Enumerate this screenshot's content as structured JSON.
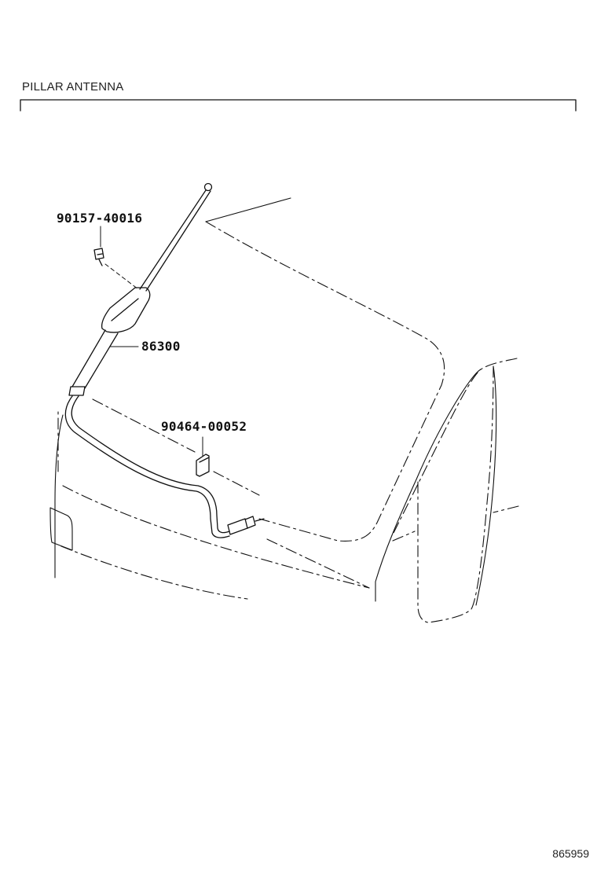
{
  "title": "PILLAR ANTENNA",
  "parts": [
    {
      "number": "90157-40016",
      "item": "screw"
    },
    {
      "number": "86300",
      "item": "pillar antenna assembly"
    },
    {
      "number": "90464-00052",
      "item": "cable clamp"
    }
  ],
  "figure_id": "865959",
  "icons": [
    "screw-icon",
    "antenna-mast",
    "clamp-icon",
    "connector-plug"
  ]
}
